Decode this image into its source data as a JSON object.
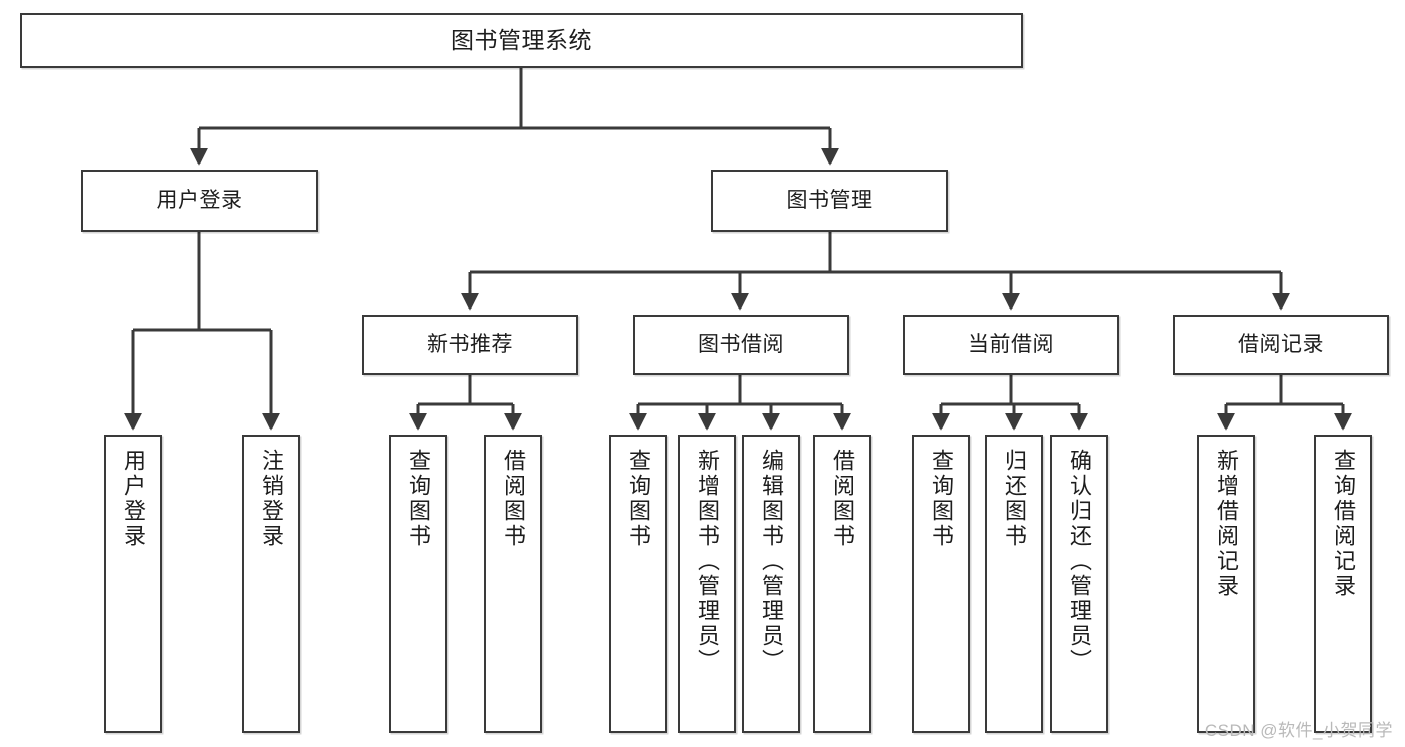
{
  "diagram": {
    "title": "图书管理系统",
    "type": "tree-hierarchy",
    "watermark": "CSDN @软件_小贺同学",
    "colors": {
      "stroke": "#3a3a3a",
      "fill": "#ffffff",
      "text": "#1d1d1d",
      "watermark": "#b9b9b9"
    },
    "nodes": {
      "root": {
        "label": "图书管理系统"
      },
      "level1": [
        {
          "id": "user-login",
          "label": "用户登录"
        },
        {
          "id": "book-manage",
          "label": "图书管理"
        }
      ],
      "level2": [
        {
          "id": "new-book-rec",
          "label": "新书推荐"
        },
        {
          "id": "book-borrow",
          "label": "图书借阅"
        },
        {
          "id": "current-borrow",
          "label": "当前借阅"
        },
        {
          "id": "borrow-record",
          "label": "借阅记录"
        }
      ],
      "leaves": {
        "user-login": [
          {
            "id": "leaf-user-login",
            "label": "用户登录"
          },
          {
            "id": "leaf-user-logout",
            "label": "注销登录"
          }
        ],
        "new-book-rec": [
          {
            "id": "leaf-query-book-1",
            "label": "查询图书"
          },
          {
            "id": "leaf-borrow-book-1",
            "label": "借阅图书"
          }
        ],
        "book-borrow": [
          {
            "id": "leaf-query-book-2",
            "label": "查询图书"
          },
          {
            "id": "leaf-add-book",
            "label": "新增图书（管理员）"
          },
          {
            "id": "leaf-edit-book",
            "label": "编辑图书（管理员）"
          },
          {
            "id": "leaf-borrow-book-2",
            "label": "借阅图书"
          }
        ],
        "current-borrow": [
          {
            "id": "leaf-query-book-3",
            "label": "查询图书"
          },
          {
            "id": "leaf-return-book",
            "label": "归还图书"
          },
          {
            "id": "leaf-confirm-return",
            "label": "确认归还（管理员）"
          }
        ],
        "borrow-record": [
          {
            "id": "leaf-add-record",
            "label": "新增借阅记录"
          },
          {
            "id": "leaf-query-record",
            "label": "查询借阅记录"
          }
        ]
      }
    }
  }
}
